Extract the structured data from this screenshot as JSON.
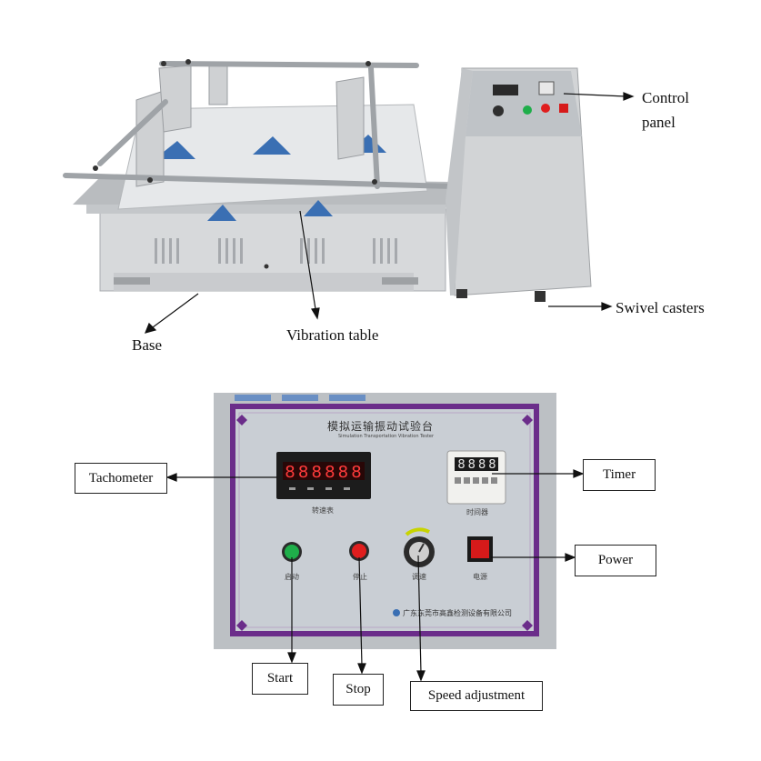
{
  "top_figure": {
    "labels": {
      "control_panel_line1": "Control",
      "control_panel_line2": "panel",
      "swivel_casters": "Swivel casters",
      "base": "Base",
      "vibration_table": "Vibration table"
    }
  },
  "bottom_figure": {
    "panel_title_cn": "模拟运输振动试验台",
    "panel_title_en": "Simulation Transportation Vibration Tester",
    "meter_caption_cn": "转速表",
    "timer_caption_cn": "时间器",
    "button_captions_cn": {
      "start": "启动",
      "stop": "停止",
      "speed": "调速",
      "power": "电源"
    },
    "manufacturer_cn": "广东东莞市高鑫检测设备有限公司",
    "tachometer_display": "888888",
    "timer_display": "8888",
    "labels": {
      "tachometer": "Tachometer",
      "timer": "Timer",
      "power": "Power",
      "start": "Start",
      "stop": "Stop",
      "speed_adjustment": "Speed adjustment"
    }
  },
  "colors": {
    "panel_border": "#6b2d8a",
    "panel_face": "#c9ced4",
    "machine_grey": "#d4d6d8",
    "start_button": "#1fae4a",
    "stop_button": "#e01e1e",
    "power_switch": "#d61a1a",
    "display_red": "#ff3b3b"
  }
}
